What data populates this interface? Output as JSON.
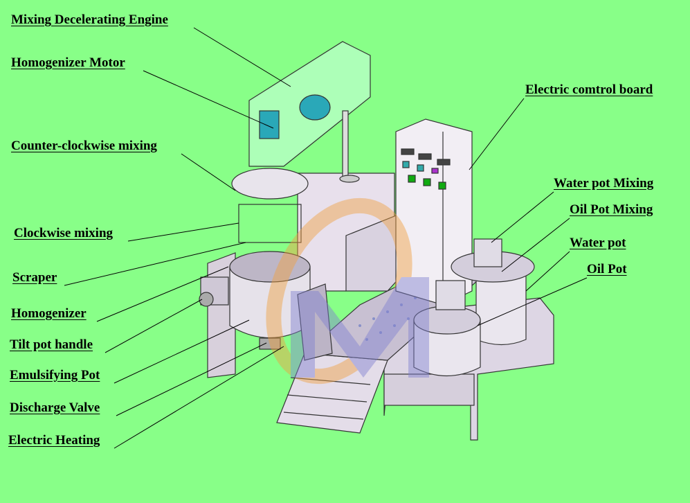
{
  "background_color": "#88ff88",
  "left_labels": [
    "Mixing Decelerating Engine",
    "Homogenizer Motor",
    "Counter-clockwise mixing",
    "Clockwise mixing",
    "Scraper",
    "Homogenizer",
    "Tilt pot handle",
    "Emulsifying Pot",
    "Discharge Valve",
    "Electric Heating"
  ],
  "right_labels": [
    "Electric comtrol board",
    "Water pot Mixing",
    "Oil Pot Mixing",
    "Water pot",
    "Oil Pot"
  ]
}
